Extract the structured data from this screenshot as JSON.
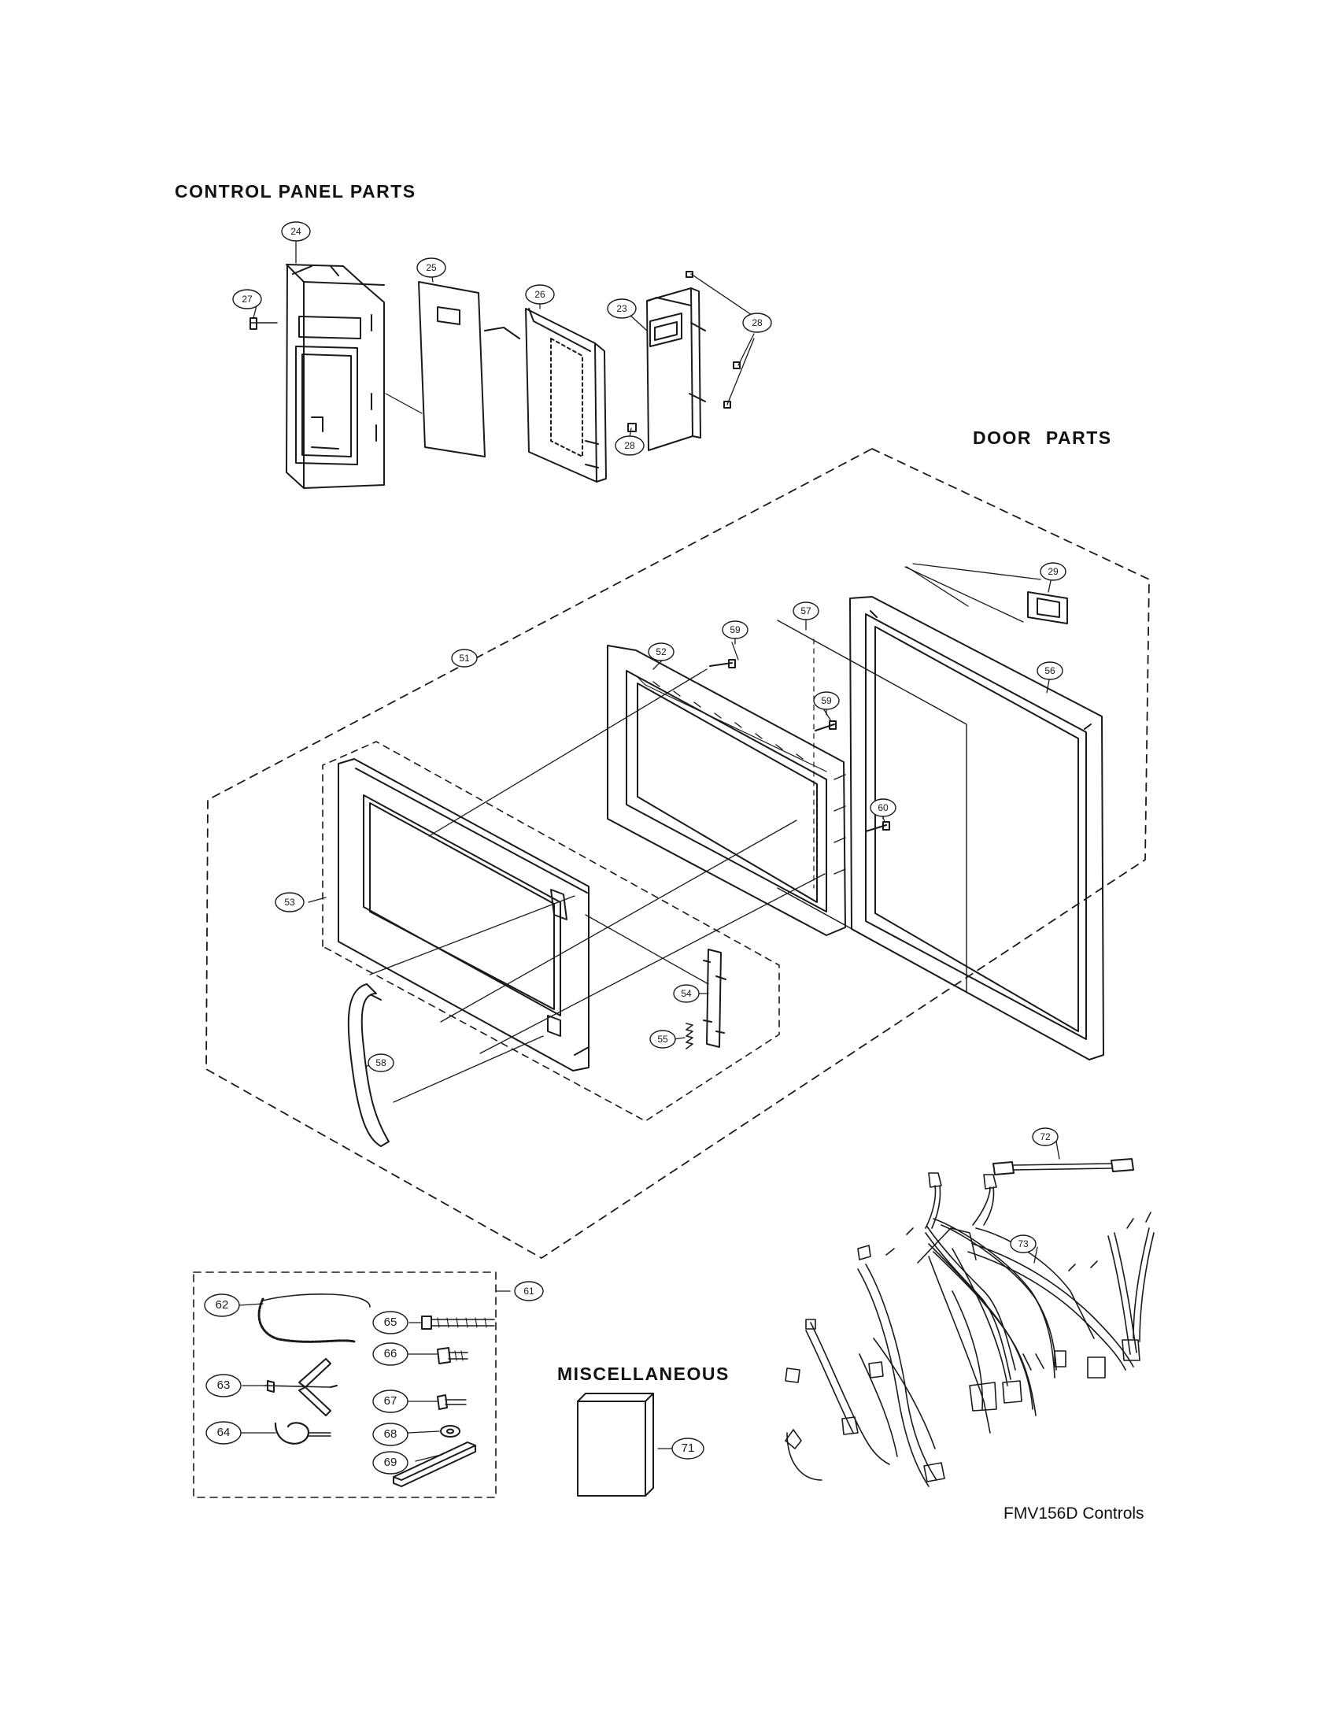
{
  "page": {
    "sections": {
      "control_panel": "CONTROL PANEL PARTS",
      "door": "DOOR PARTS",
      "miscellaneous": "MISCELLANEOUS"
    },
    "footer": "FMV156D Controls"
  },
  "callouts": [
    "24",
    "27",
    "25",
    "26",
    "23",
    "28",
    "28",
    "29",
    "57",
    "59",
    "56",
    "52",
    "51",
    "59",
    "60",
    "53",
    "54",
    "55",
    "58",
    "72",
    "73",
    "62",
    "61",
    "65",
    "66",
    "63",
    "67",
    "64",
    "68",
    "69",
    "71"
  ],
  "colors": {
    "line": "#1a1a1a",
    "background": "#ffffff"
  }
}
